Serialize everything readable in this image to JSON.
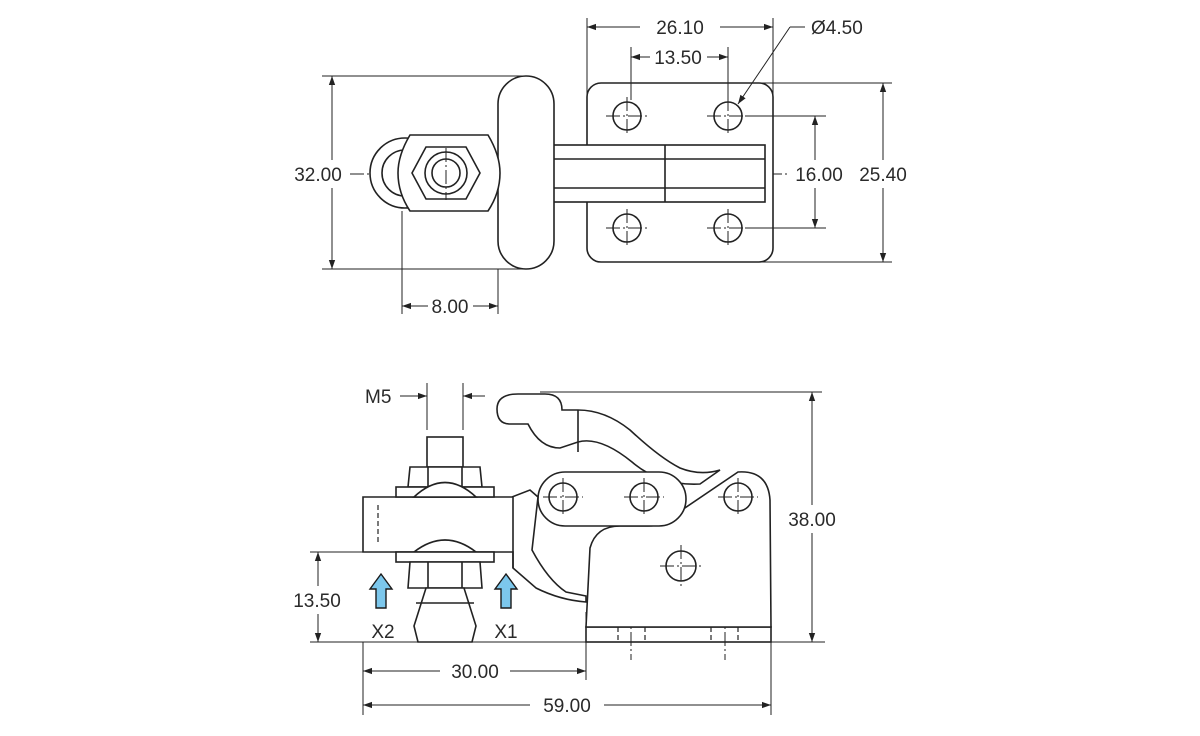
{
  "dimensions": {
    "top_width_overall": "26.10",
    "top_hole_spacing": "13.50",
    "hole_diameter": "Ø4.50",
    "left_height": "32.00",
    "center_height": "16.00",
    "right_height": "25.40",
    "spindle_offset": "8.00",
    "thread": "M5",
    "total_height": "38.00",
    "spindle_height": "13.50",
    "base_offset": "30.00",
    "overall_length": "59.00"
  },
  "labels": {
    "x2": "X2",
    "x1": "X1"
  },
  "colors": {
    "line": "#222222",
    "arrow_fill": "#7cc7ec",
    "arrow_stroke": "#1a1a1a",
    "background": "#ffffff"
  }
}
